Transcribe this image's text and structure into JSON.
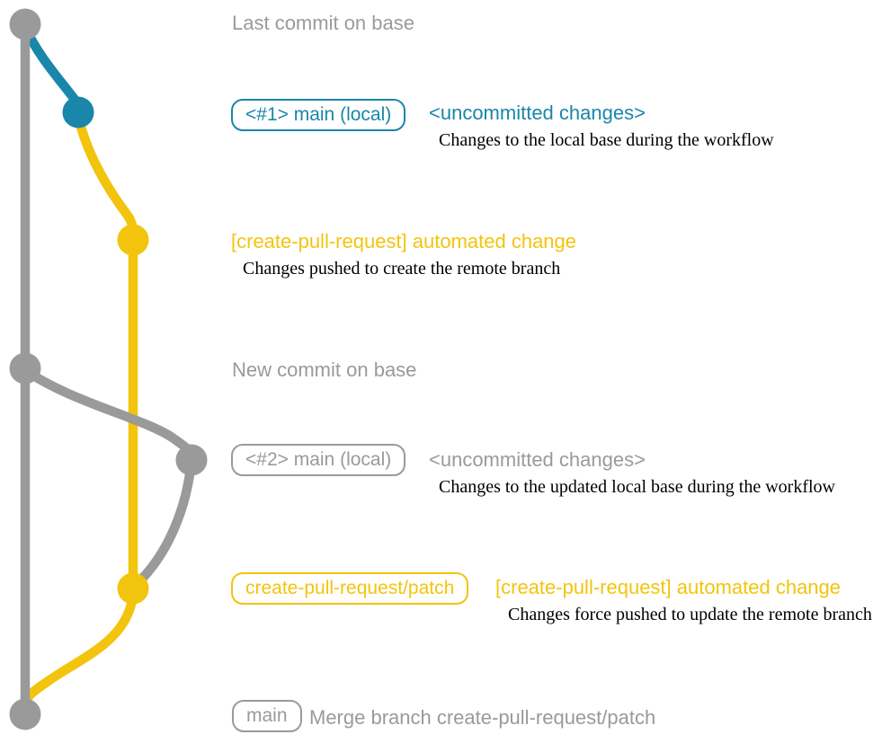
{
  "colors": {
    "gray": "#9a9a9a",
    "blue": "#1a86aa",
    "yellow": "#f3c40d",
    "ink": "#000000"
  },
  "milestones": {
    "last_commit_on_base": "Last commit on base",
    "new_commit_on_base": "New commit on base"
  },
  "rows": {
    "local_main_1": {
      "branch_label": "<#1> main (local)",
      "commit_message": "<uncommitted changes>",
      "description": "Changes to the local base during the workflow"
    },
    "automated_change_1": {
      "commit_message": "[create-pull-request] automated change",
      "description": "Changes pushed to create the remote branch"
    },
    "local_main_2": {
      "branch_label": "<#2> main (local)",
      "commit_message": "<uncommitted changes>",
      "description": "Changes to the updated local base during the workflow"
    },
    "automated_change_2": {
      "branch_label": "create-pull-request/patch",
      "commit_message": "[create-pull-request] automated change",
      "description": "Changes force pushed to update the remote branch"
    },
    "merge": {
      "branch_label": "main",
      "commit_message": "Merge branch create-pull-request/patch"
    }
  }
}
